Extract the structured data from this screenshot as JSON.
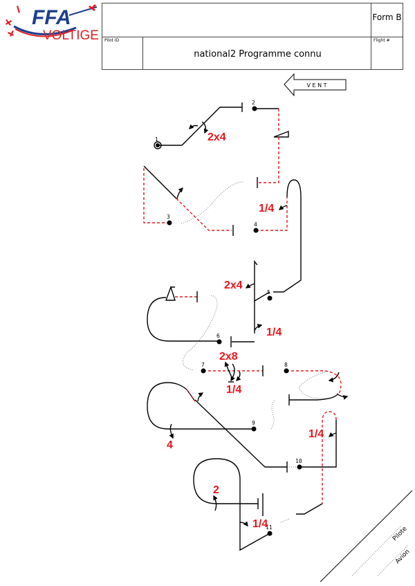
{
  "logo": {
    "line1": "FFA",
    "line2": "VOLTIGE"
  },
  "header": {
    "form_label": "Form B",
    "pilot_id_label": "Pilot ID",
    "flight_label": "Flight #",
    "title": "national2 Programme connu"
  },
  "wind": {
    "label": "V E N T"
  },
  "figures": {
    "numbers": [
      "1",
      "2",
      "3",
      "4",
      "5",
      "6",
      "7",
      "8",
      "9",
      "10",
      "11"
    ],
    "rolls": {
      "r1": "2x4",
      "r2": "1/4",
      "r3": "2x4",
      "r4": "1/4",
      "r5": "2x8",
      "r6": "1/4",
      "r7": "4",
      "r8": "1/4",
      "r9": "2",
      "r10": "1/4"
    }
  },
  "corner": {
    "pilot_label": "Pilote",
    "aircraft_label": "Avion"
  },
  "colors": {
    "upright": "#000000",
    "inverted": "#e8151b",
    "logo_blue": "#1d3e8c",
    "logo_red": "#e31e24"
  }
}
